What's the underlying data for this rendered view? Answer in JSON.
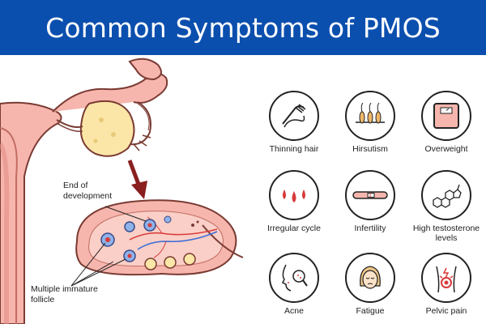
{
  "title": "Common Symptoms of PMOS",
  "diagram": {
    "label_end_of_development": "End of\ndevelopment",
    "label_multiple_immature_follicle": "Multiple immature\nfollicle"
  },
  "symptoms": [
    {
      "label": "Thinning hair",
      "icon": "thinning-hair-icon"
    },
    {
      "label": "Hirsutism",
      "icon": "hirsutism-icon"
    },
    {
      "label": "Overweight",
      "icon": "scale-icon"
    },
    {
      "label": "Irregular cycle",
      "icon": "blood-drops-icon"
    },
    {
      "label": "Infertility",
      "icon": "pregnancy-test-icon"
    },
    {
      "label": "High testosterone\nlevels",
      "icon": "testosterone-molecule-icon"
    },
    {
      "label": "Acne",
      "icon": "acne-face-icon"
    },
    {
      "label": "Fatigue",
      "icon": "tired-face-icon"
    },
    {
      "label": "Pelvic pain",
      "icon": "pelvic-pain-icon"
    }
  ],
  "colors": {
    "header_bg": "#0b4fae",
    "ovary": "#f6b6ad",
    "follicle": "#fbe6a7",
    "accent_red": "#d83a3a"
  }
}
